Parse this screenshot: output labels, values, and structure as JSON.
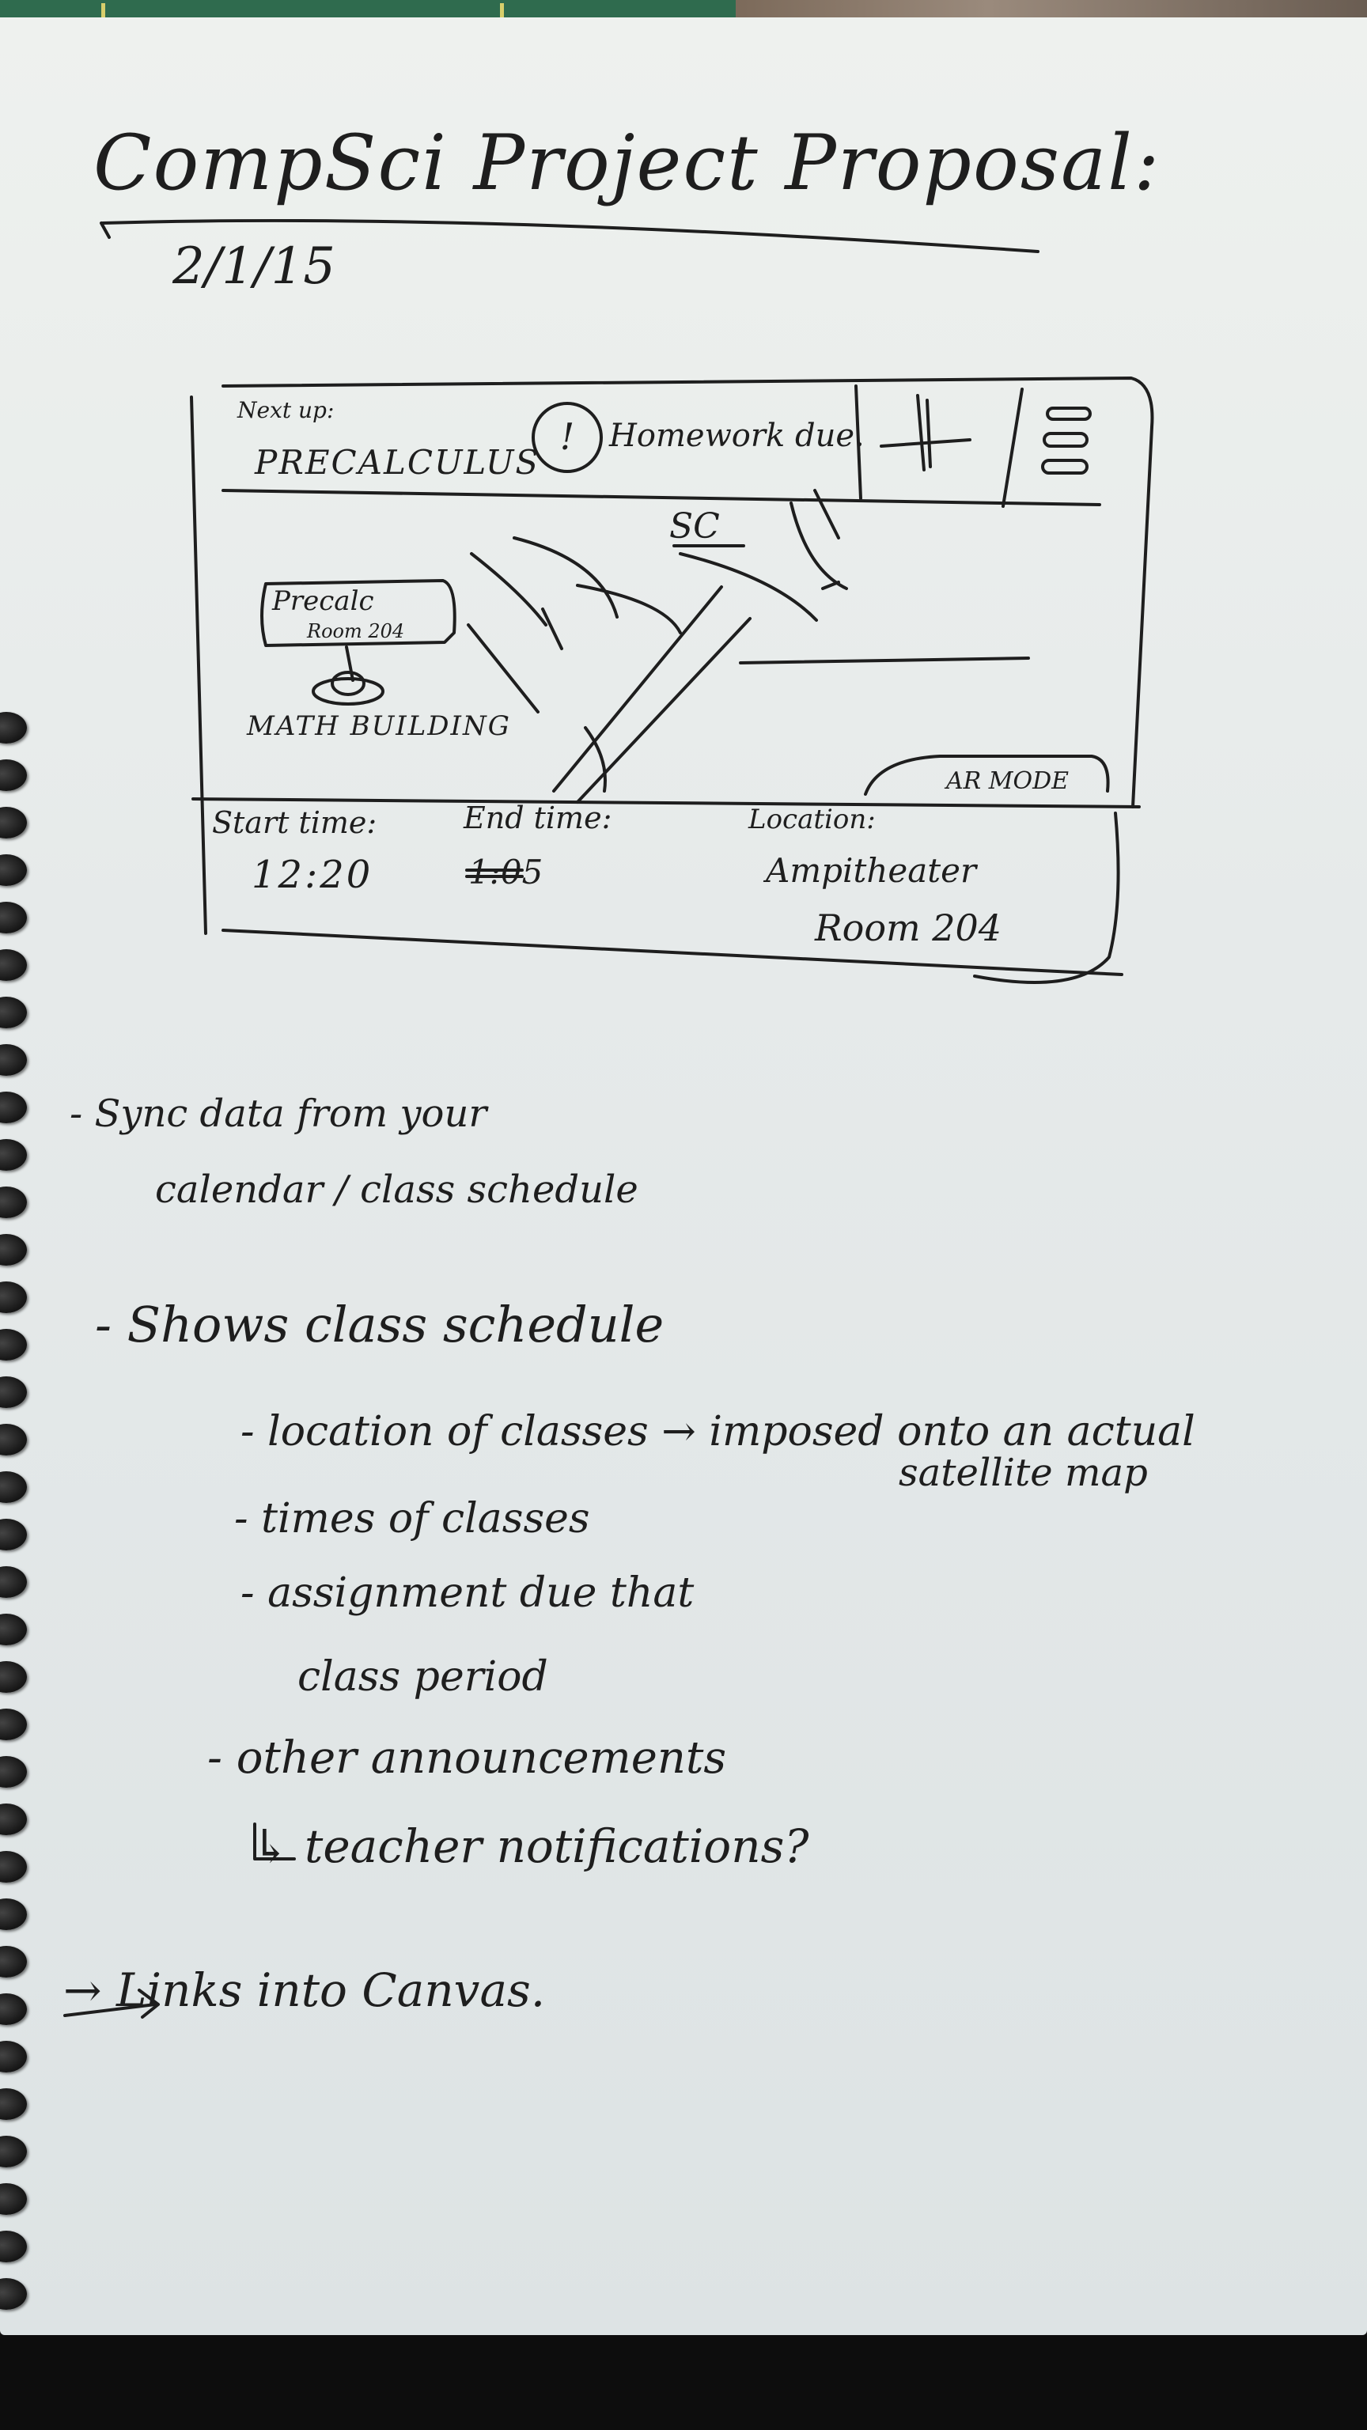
{
  "title": "CompSci Project Proposal:",
  "date": "2/1/15",
  "mockup": {
    "next_up_label": "Next up:",
    "next_up_class": "PRECALCULUS",
    "hw_icon_glyph": "!",
    "hw_label": "Homework due.",
    "map": {
      "sc_label": "SC",
      "pin_title": "Precalc",
      "pin_room": "Room 204",
      "building": "MATH BUILDING"
    },
    "ar_mode": "AR MODE",
    "start_label": "Start time:",
    "start_value": "12:20",
    "end_label": "End time:",
    "end_value": "1:05",
    "location_label": "Location:",
    "location_building": "Ampitheater",
    "location_room": "Room 204"
  },
  "notes": {
    "sync_line1": "- Sync data from your",
    "sync_line2": "calendar / class schedule",
    "shows": "- Shows class schedule",
    "item_location": "- location of classes → imposed onto an actual",
    "item_location_cont": "satellite map",
    "item_times": "- times of classes",
    "item_assignment": "- assignment due that",
    "item_assignment_cont": "class period",
    "other": "- other announcements",
    "teacher": "↳ teacher notifications?",
    "links": "→ Links into Canvas."
  },
  "colors": {
    "ink": "#1e1e1e",
    "paper": "#e9ecec"
  },
  "icons": {
    "compass": "crosshair-icon",
    "menu": "hamburger-menu-icon",
    "homework": "alert-circle-icon"
  }
}
